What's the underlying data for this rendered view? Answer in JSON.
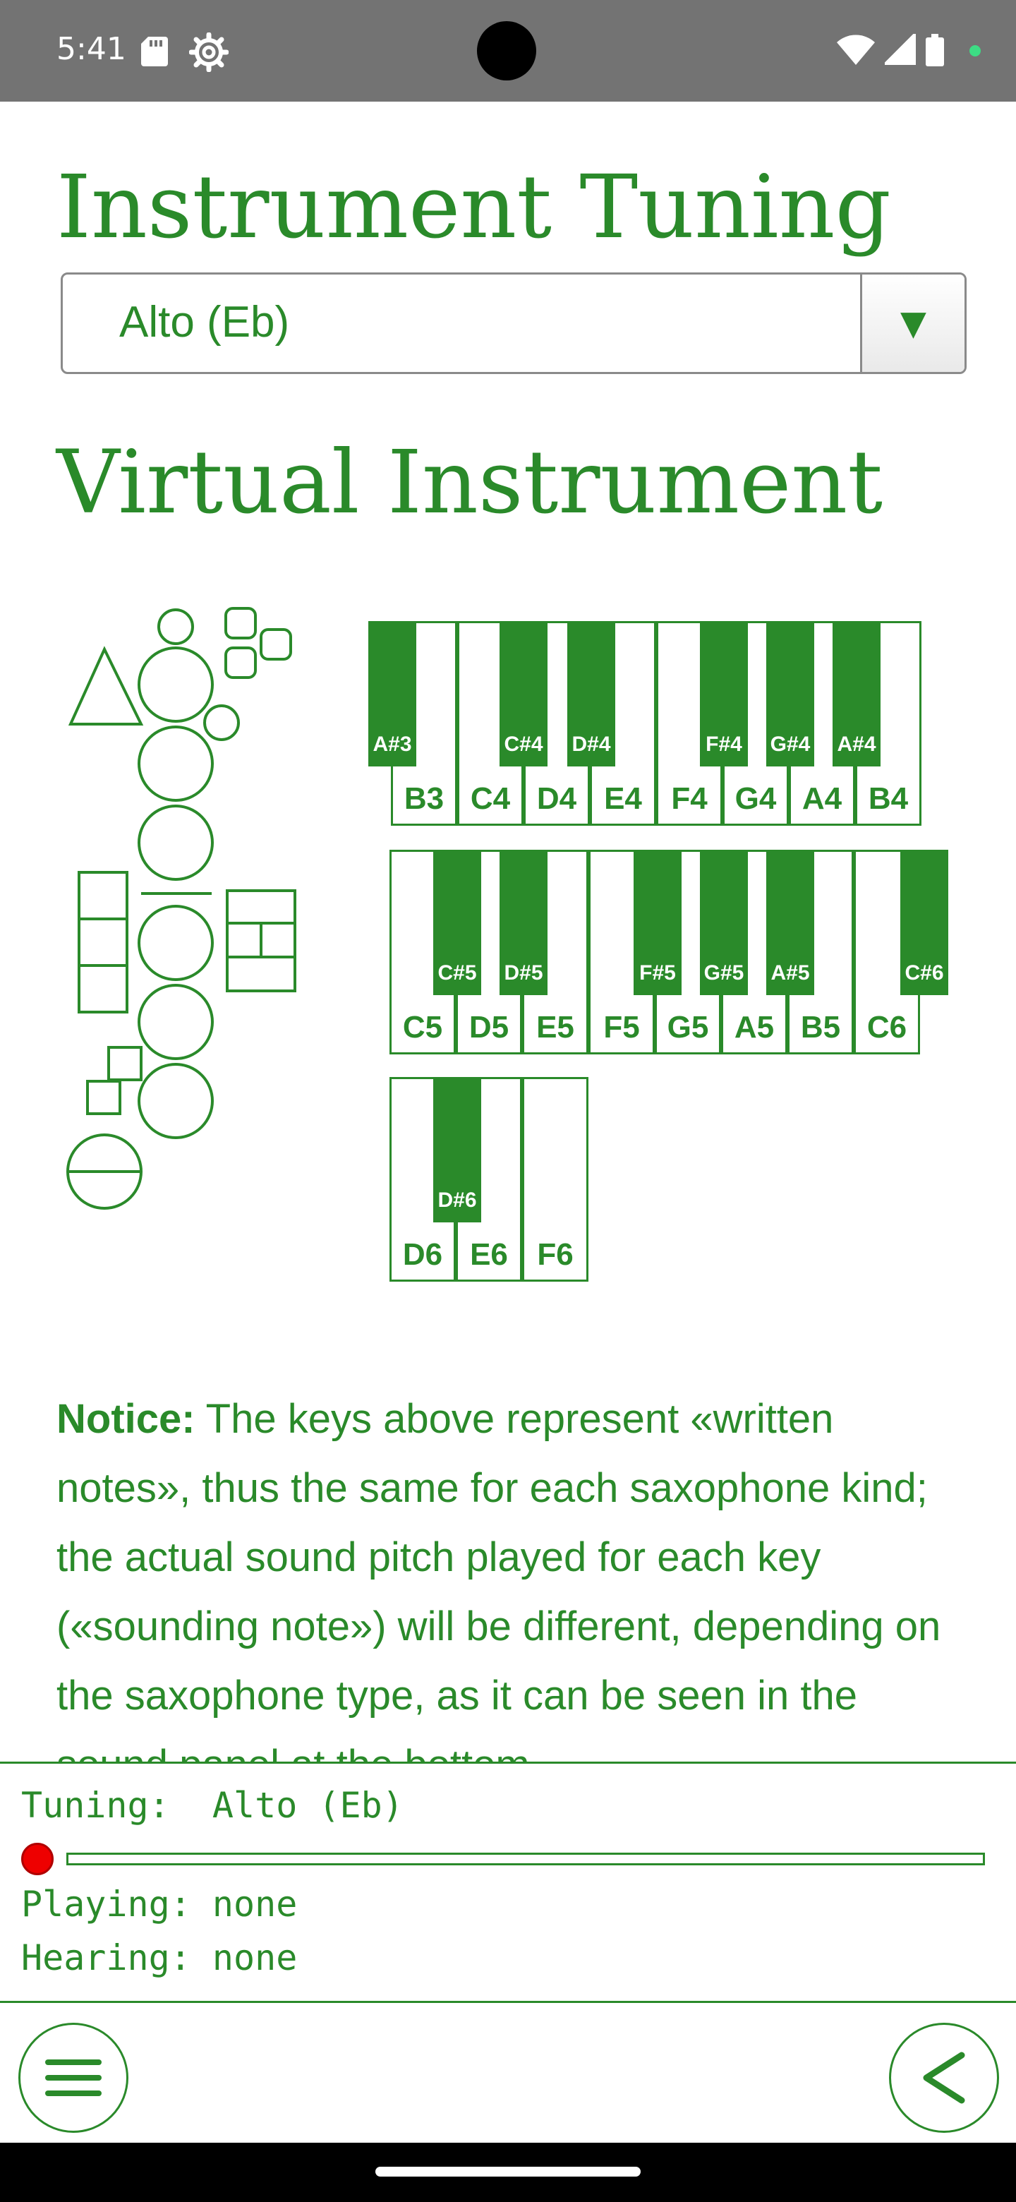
{
  "status_bar": {
    "time": "5:41",
    "icons": [
      "sd-card-icon",
      "settings-gear-icon",
      "wifi-icon",
      "cell-signal-icon",
      "battery-icon",
      "notification-dot-icon"
    ]
  },
  "tuning_section": {
    "title": "Instrument Tuning",
    "select": {
      "value": "Alto (Eb)",
      "dropdown_icon": "triangle-down-icon"
    }
  },
  "instrument_section": {
    "title": "Virtual Instrument",
    "sax_diagram_icon": "saxophone-fingering-diagram",
    "keyboard": {
      "rows": [
        {
          "white": [
            "B3",
            "C4",
            "D4",
            "E4",
            "F4",
            "G4",
            "A4",
            "B4"
          ],
          "black": [
            "A#3",
            "C#4",
            "D#4",
            "F#4",
            "G#4",
            "A#4"
          ]
        },
        {
          "white": [
            "C5",
            "D5",
            "E5",
            "F5",
            "G5",
            "A5",
            "B5",
            "C6"
          ],
          "black": [
            "C#5",
            "D#5",
            "F#5",
            "G#5",
            "A#5",
            "C#6"
          ]
        },
        {
          "white": [
            "D6",
            "E6",
            "F6"
          ],
          "black": [
            "D#6"
          ]
        }
      ]
    }
  },
  "notice": {
    "label": "Notice:",
    "text": " The keys above represent «written notes», thus the same for each saxophone kind; the actual sound pitch played for each key («sounding note») will be different, depending on the saxophone type, as it can be seen in the sound panel at the bottom."
  },
  "sound_panel": {
    "tuning_line": "Tuning:  Alto (Eb)",
    "playing_line": "Playing: none",
    "hearing_line": "Hearing: none",
    "progress_fraction": 0,
    "record_indicator_color": "#ee0000"
  },
  "bottom_bar": {
    "menu_icon": "hamburger-menu-icon",
    "back_icon": "chevron-left-icon"
  },
  "colors": {
    "accent": "#2a8a2a",
    "status_bar": "#737373",
    "background": "#ffffff"
  }
}
